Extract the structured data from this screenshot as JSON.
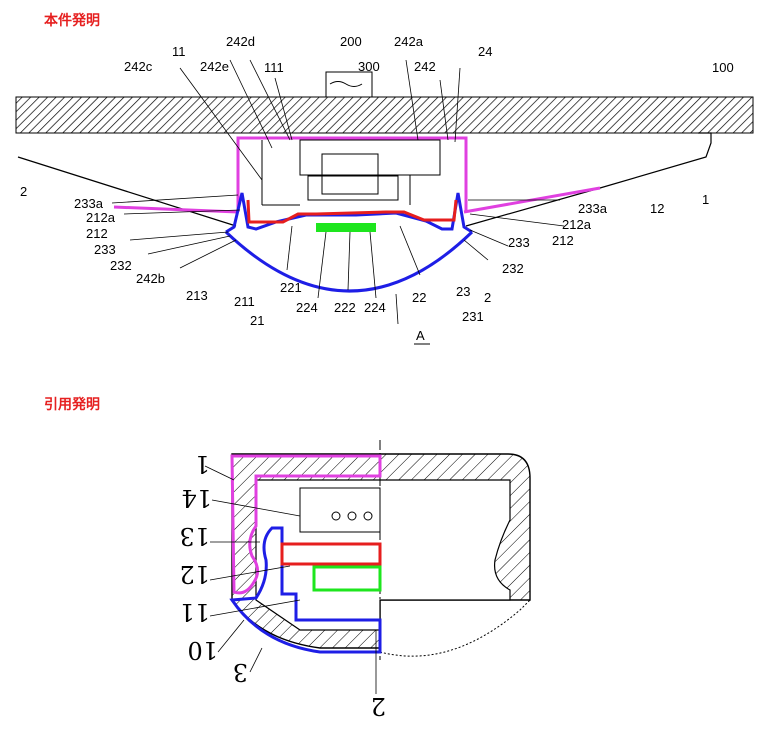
{
  "colors": {
    "housing": "#e040e0",
    "cover": "#1e1ee6",
    "red_part": "#e61e1e",
    "green_part": "#1ee61e",
    "heading": "#e62020"
  },
  "headings": {
    "present": "本件発明",
    "cited": "引用発明"
  },
  "present_labels": [
    "200",
    "242a",
    "242d",
    "11",
    "111",
    "242c",
    "242e",
    "300",
    "242",
    "24",
    "100",
    "2",
    "1",
    "233a",
    "12",
    "233a",
    "212a",
    "212a",
    "212",
    "212",
    "233",
    "233",
    "232",
    "232",
    "242b",
    "213",
    "211",
    "221",
    "21",
    "224",
    "222",
    "224",
    "22",
    "23",
    "2",
    "231",
    "A"
  ],
  "cited_labels": [
    "1",
    "14",
    "13",
    "12",
    "11",
    "10",
    "3",
    "2"
  ]
}
